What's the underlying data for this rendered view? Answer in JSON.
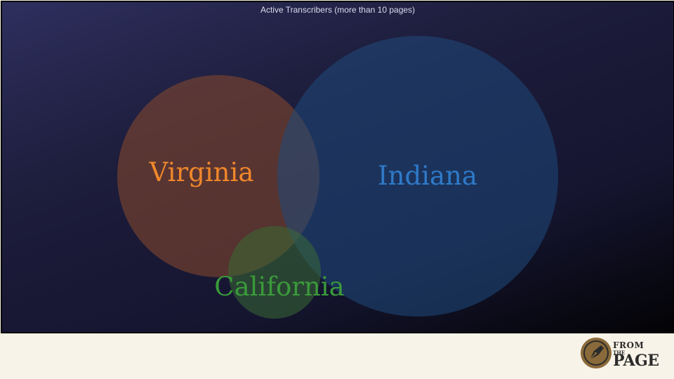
{
  "diagram": {
    "title": "Active Transcribers (more than 10 pages)",
    "sets": [
      {
        "id": "virginia",
        "label": "Virginia",
        "fill": "#8b4a2b",
        "text_color": "#f0872b"
      },
      {
        "id": "indiana",
        "label": "Indiana",
        "fill": "#1f4a7c",
        "text_color": "#2f7ac8"
      },
      {
        "id": "california",
        "label": "California",
        "fill": "#3a6a35",
        "text_color": "#3a9a3a"
      }
    ]
  },
  "footer": {
    "logo": {
      "icon": "fountain-pen-nib-icon",
      "line1": "FROM",
      "line2": "THE",
      "line3": "PAGE",
      "badge_color": "#8a6a3a"
    }
  }
}
